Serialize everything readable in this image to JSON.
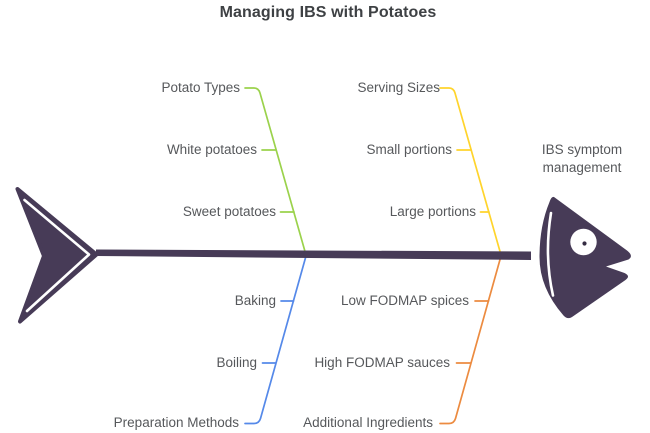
{
  "diagram": {
    "title": "Managing IBS with Potatoes",
    "effect_label": "IBS symptom management",
    "colors": {
      "green": "#9bd24c",
      "yellow": "#ffd42c",
      "blue": "#5589e9",
      "orange": "#ec8b40",
      "fish": "#473b57",
      "pupil": "#352c42",
      "text": "#56585b",
      "title": "#3e4144"
    },
    "branches": [
      {
        "label": "Potato Types",
        "position": "top-left",
        "color": "green",
        "items": [
          "White potatoes",
          "Sweet potatoes"
        ]
      },
      {
        "label": "Serving Sizes",
        "position": "top-right",
        "color": "yellow",
        "items": [
          "Small portions",
          "Large portions"
        ]
      },
      {
        "label": "Preparation Methods",
        "position": "bottom-left",
        "color": "blue",
        "items": [
          "Baking",
          "Boiling"
        ]
      },
      {
        "label": "Additional Ingredients",
        "position": "bottom-right",
        "color": "orange",
        "items": [
          "Low FODMAP spices",
          "High FODMAP sauces"
        ]
      }
    ]
  }
}
